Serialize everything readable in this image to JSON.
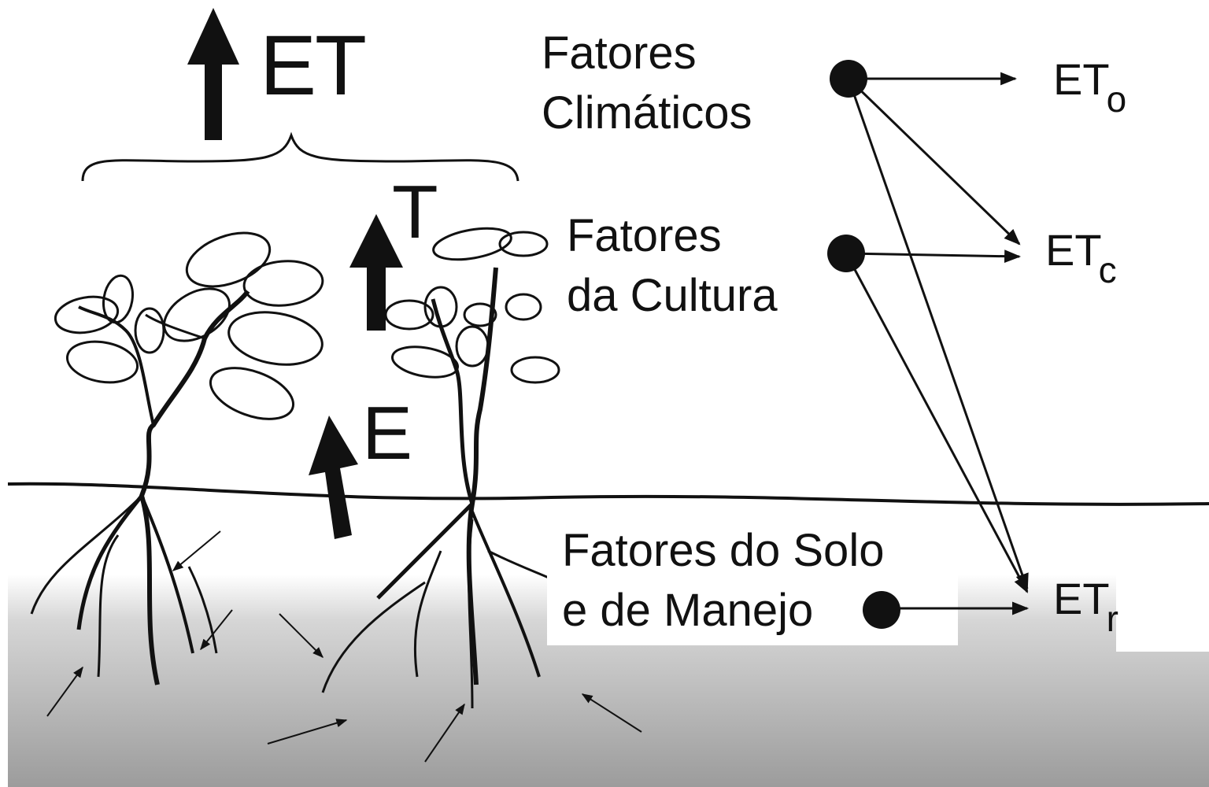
{
  "labels": {
    "et": "ET",
    "t": "T",
    "e": "E",
    "climate_factors": "Fatores\nClimáticos",
    "crop_factors": "Fatores\nda Cultura",
    "soil_factors": "Fatores do Solo\ne de Manejo"
  },
  "outputs": {
    "eto": {
      "main": "ET",
      "sub": "o"
    },
    "etc": {
      "main": "ET",
      "sub": "c"
    },
    "etr": {
      "main": "ET",
      "sub": "r"
    }
  },
  "colors": {
    "ink": "#111111",
    "soil_top": "#ffffff",
    "soil_mid": "#c9c9c9",
    "soil_bottom": "#9a9a9a"
  }
}
